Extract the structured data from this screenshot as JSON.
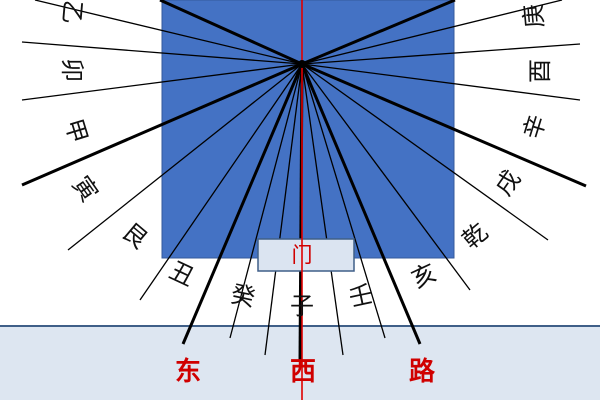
{
  "colors": {
    "house": "#4472c4",
    "road": "#dde6f1",
    "road_edge": "#3f5f88",
    "axis": "#e00000",
    "ray": "#000000",
    "red_text": "#d00000",
    "door_fill": "#dbe4f1"
  },
  "door": {
    "label": "门"
  },
  "road": {
    "chars": [
      "东",
      "西",
      "路"
    ]
  },
  "sectors": {
    "labels": [
      "乙",
      "卯",
      "甲",
      "寅",
      "艮",
      "丑",
      "癸",
      "子",
      "壬",
      "亥",
      "乾",
      "戌",
      "辛",
      "酉",
      "庚"
    ]
  }
}
